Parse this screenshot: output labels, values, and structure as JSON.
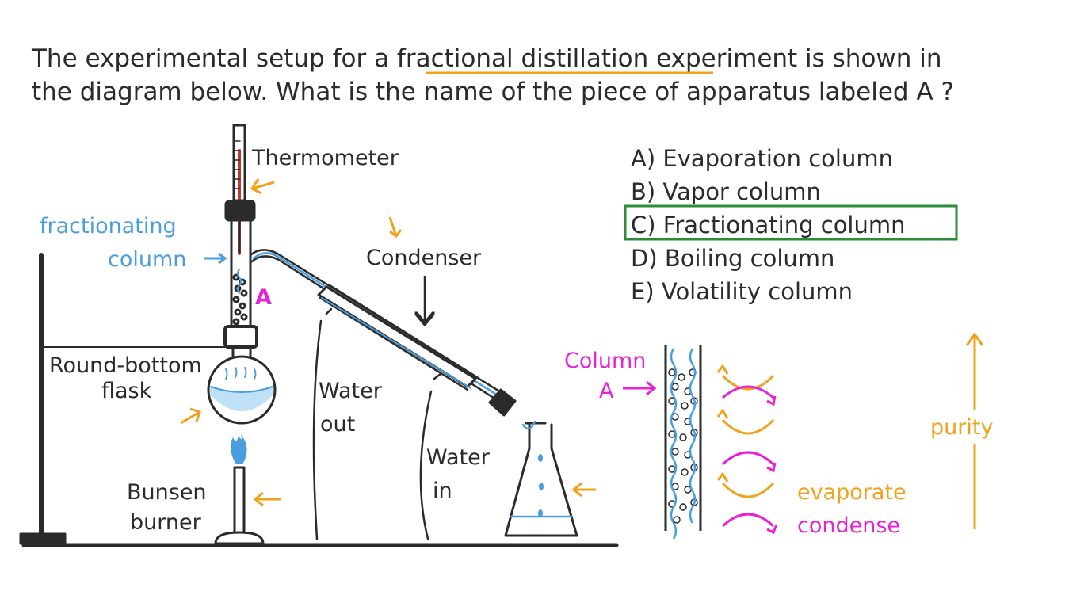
{
  "question": {
    "line1_pre": "The experimental setup for a ",
    "line1_key": "fractional distillation",
    "line1_post": " experiment is shown in",
    "line2": "the diagram below. What is the name of the piece of apparatus labeled A ?"
  },
  "options": [
    {
      "text": "A) Evaporation column",
      "correct": false
    },
    {
      "text": "B) Vapor column",
      "correct": false
    },
    {
      "text": "C) Fractionating column",
      "correct": true
    },
    {
      "text": "D) Boiling column",
      "correct": false
    },
    {
      "text": "E) Volatility column",
      "correct": false
    }
  ],
  "labels": {
    "thermometer": "Thermometer",
    "fractionating_1": "fractionating",
    "fractionating_2": "column",
    "letter_a": "A",
    "condenser": "Condenser",
    "flask_1": "Round-bottom",
    "flask_2": "flask",
    "water_out_1": "Water",
    "water_out_2": "out",
    "water_in_1": "Water",
    "water_in_2": "in",
    "bunsen_1": "Bunsen",
    "bunsen_2": "burner",
    "column_1": "Column",
    "column_2": "A",
    "evaporate": "evaporate",
    "condense": "condense",
    "purity": "purity"
  },
  "colors": {
    "ink": "#2b2b2b",
    "blue": "#4a9ee0",
    "orange": "#f0a21c",
    "magenta": "#e624d6",
    "green": "#2e8b3a",
    "red": "#c0392b"
  }
}
